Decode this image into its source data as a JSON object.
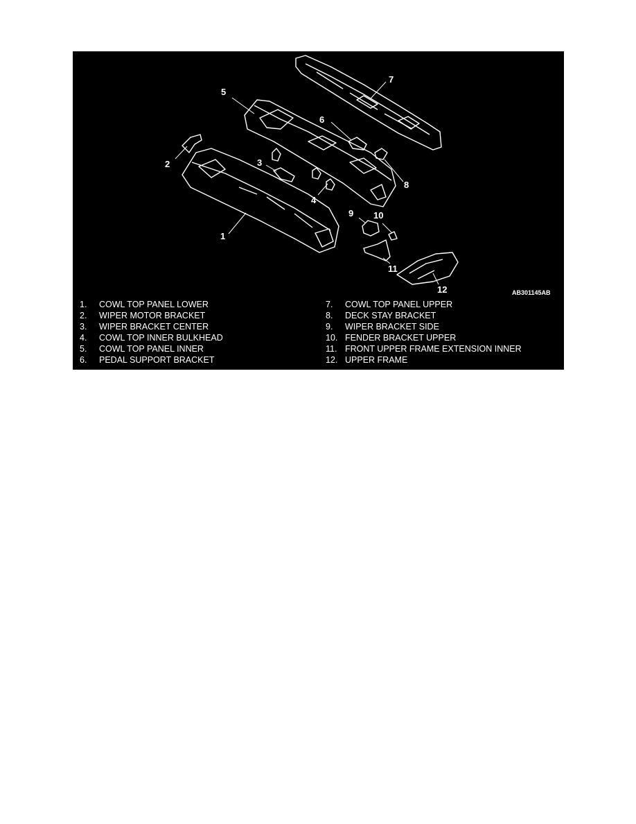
{
  "figure": {
    "code": "AB301145AB",
    "callouts": [
      "1",
      "2",
      "3",
      "4",
      "5",
      "6",
      "7",
      "8",
      "9",
      "10",
      "11",
      "12"
    ],
    "legend_left": [
      {
        "num": "1.",
        "label": "COWL TOP PANEL LOWER"
      },
      {
        "num": "2.",
        "label": "WIPER MOTOR BRACKET"
      },
      {
        "num": "3.",
        "label": "WIPER BRACKET CENTER"
      },
      {
        "num": "4.",
        "label": "COWL TOP INNER BULKHEAD"
      },
      {
        "num": "5.",
        "label": "COWL TOP PANEL INNER"
      },
      {
        "num": "6.",
        "label": "PEDAL SUPPORT BRACKET"
      }
    ],
    "legend_right": [
      {
        "num": "7.",
        "label": "COWL TOP PANEL UPPER"
      },
      {
        "num": "8.",
        "label": "DECK STAY BRACKET"
      },
      {
        "num": "9.",
        "label": "WIPER BRACKET SIDE"
      },
      {
        "num": "10.",
        "label": "FENDER BRACKET UPPER"
      },
      {
        "num": "11.",
        "label": "FRONT UPPER FRAME EXTENSION INNER"
      },
      {
        "num": "12.",
        "label": "UPPER FRAME"
      }
    ],
    "colors": {
      "background": "#000000",
      "line": "#ffffff"
    }
  }
}
